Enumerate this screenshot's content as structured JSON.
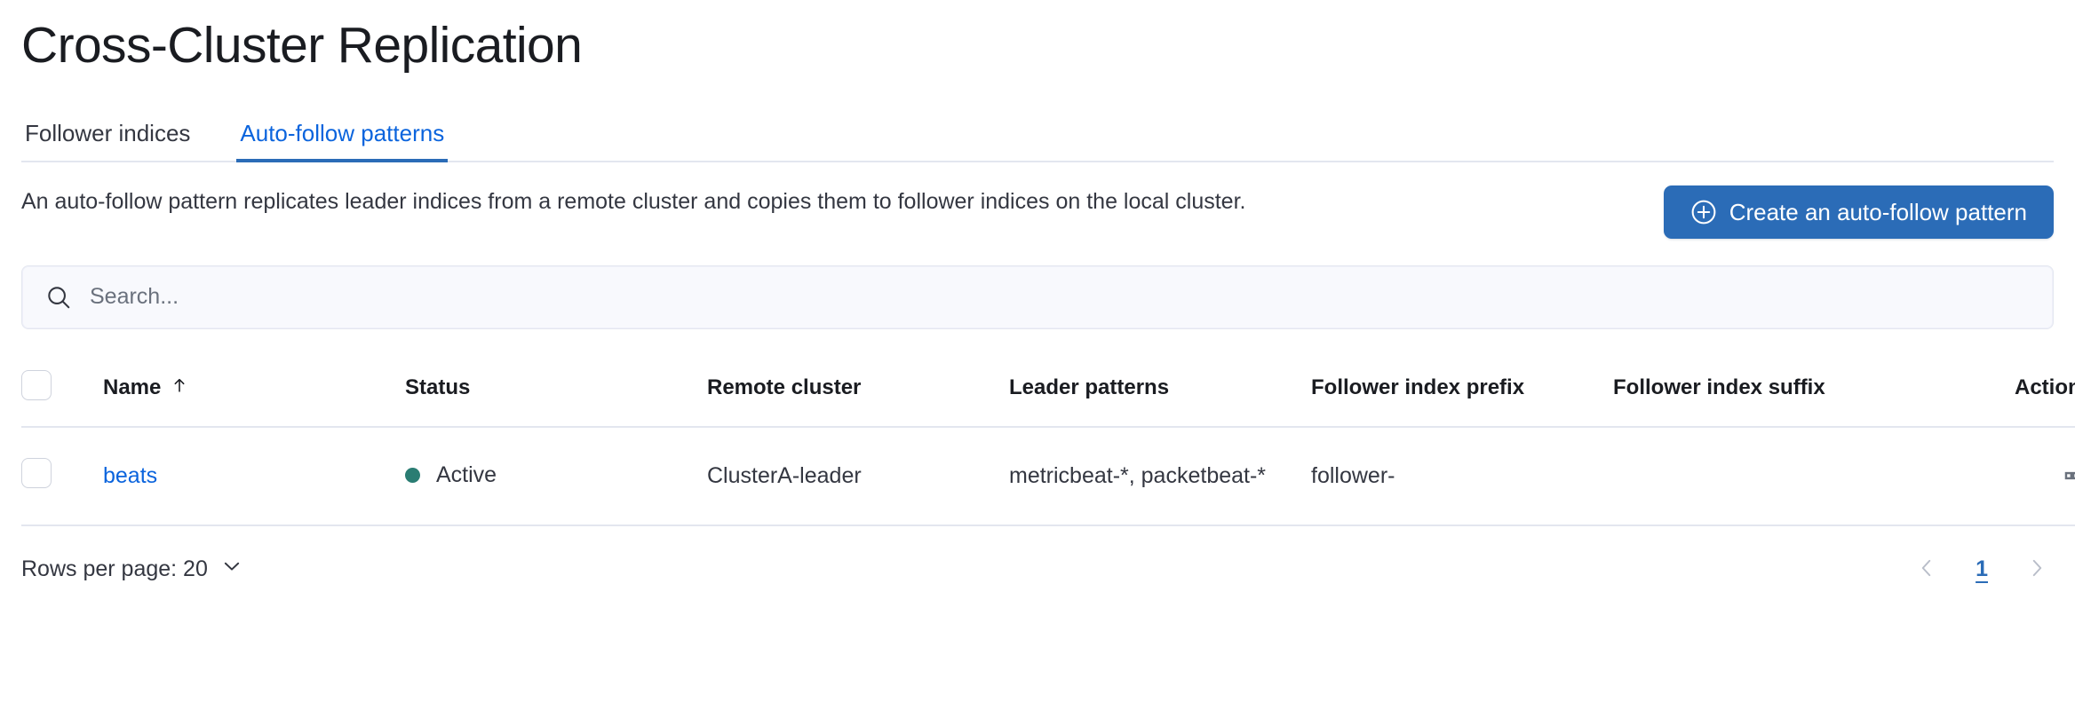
{
  "page": {
    "title": "Cross-Cluster Replication"
  },
  "tabs": [
    {
      "label": "Follower indices",
      "selected": false
    },
    {
      "label": "Auto-follow patterns",
      "selected": true
    }
  ],
  "description": "An auto-follow pattern replicates leader indices from a remote cluster and copies them to follower indices on the local cluster.",
  "create_button": {
    "label": "Create an auto-follow pattern",
    "icon": "plus-in-circle-icon",
    "color": "#2B6CB7"
  },
  "search": {
    "value": "",
    "placeholder": "Search...",
    "icon": "search-icon"
  },
  "table": {
    "columns": [
      "Name",
      "Status",
      "Remote cluster",
      "Leader patterns",
      "Follower index prefix",
      "Follower index suffix",
      "Actions"
    ],
    "sorted_column": "Name",
    "sort_direction": "asc",
    "rows": [
      {
        "name": "beats",
        "status": "Active",
        "status_color": "#2a7d73",
        "remote_cluster": "ClusterA-leader",
        "leader_patterns": "metricbeat-*, packetbeat-*",
        "follower_index_prefix": "follower-",
        "follower_index_suffix": "",
        "actions_icon": "boxes-horizontal-icon"
      }
    ]
  },
  "footer": {
    "rows_per_page_label": "Rows per page: 20",
    "chevron_icon": "chevron-down-icon",
    "pagination": {
      "prev_icon": "chevron-left-icon",
      "next_icon": "chevron-right-icon",
      "current_page": "1"
    }
  },
  "colors": {
    "link": "#0b64dd",
    "primary": "#2B6CB7",
    "text": "#343741",
    "border": "#e3e6ef"
  }
}
